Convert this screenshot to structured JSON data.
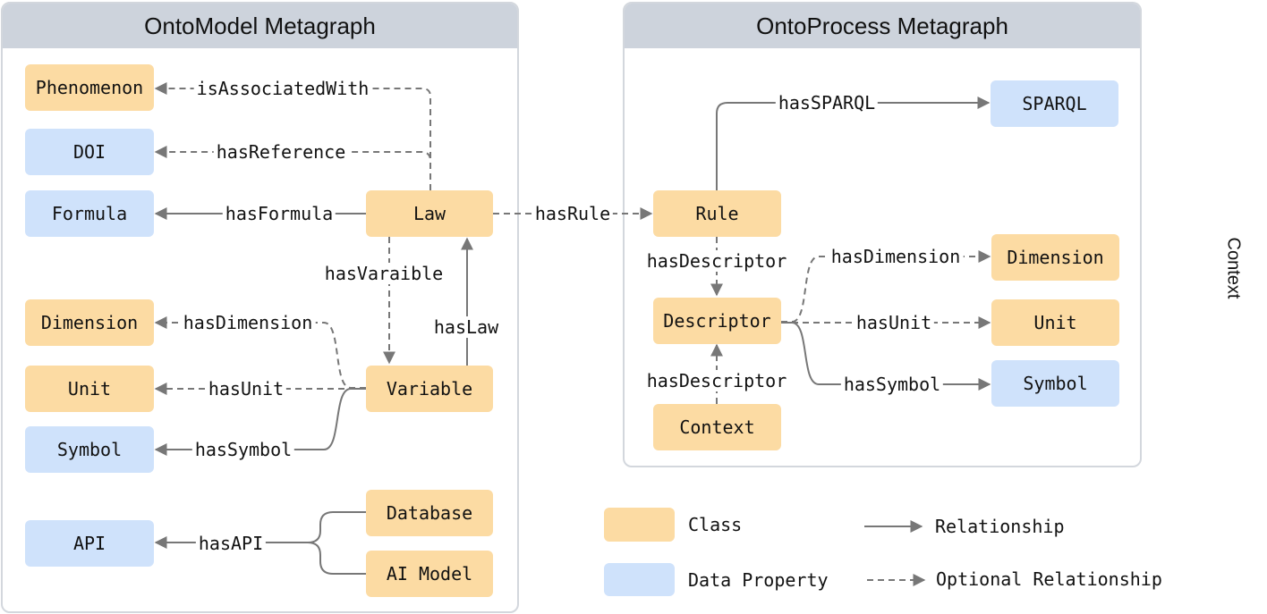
{
  "panels": {
    "ontomodel_title": "OntoModel Metagraph",
    "ontoprocess_title": "OntoProcess Metagraph"
  },
  "nodes": {
    "phenomenon": "Phenomenon",
    "doi": "DOI",
    "formula": "Formula",
    "law": "Law",
    "dimension_left": "Dimension",
    "unit_left": "Unit",
    "symbol_left": "Symbol",
    "variable": "Variable",
    "api": "API",
    "database": "Database",
    "ai_model": "AI Model",
    "rule": "Rule",
    "sparql": "SPARQL",
    "descriptor": "Descriptor",
    "dimension_right": "Dimension",
    "unit_right": "Unit",
    "symbol_right": "Symbol",
    "context": "Context"
  },
  "edge_labels": {
    "is_associated_with": "isAssociatedWith",
    "has_reference": "hasReference",
    "has_formula": "hasFormula",
    "has_rule": "hasRule",
    "has_varaible": "hasVaraible",
    "has_law": "hasLaw",
    "has_dimension_left": "hasDimension",
    "has_unit_left": "hasUnit",
    "has_symbol_left": "hasSymbol",
    "has_api": "hasAPI",
    "has_sparql": "hasSPARQL",
    "has_descriptor_top": "hasDescriptor",
    "has_descriptor_bottom": "hasDescriptor",
    "has_dimension_right": "hasDimension",
    "has_unit_right": "hasUnit",
    "has_symbol_right": "hasSymbol"
  },
  "legend": {
    "class": "Class",
    "data_property": "Data Property",
    "relationship": "Relationship",
    "optional_relationship": "Optional Relationship"
  },
  "side_label": "Context",
  "colors": {
    "class_fill": "#fcdba3",
    "data_property_fill": "#cfe2fb",
    "panel_header": "#cdd3dc",
    "panel_border": "#d3d7dd",
    "edge": "#777777"
  }
}
